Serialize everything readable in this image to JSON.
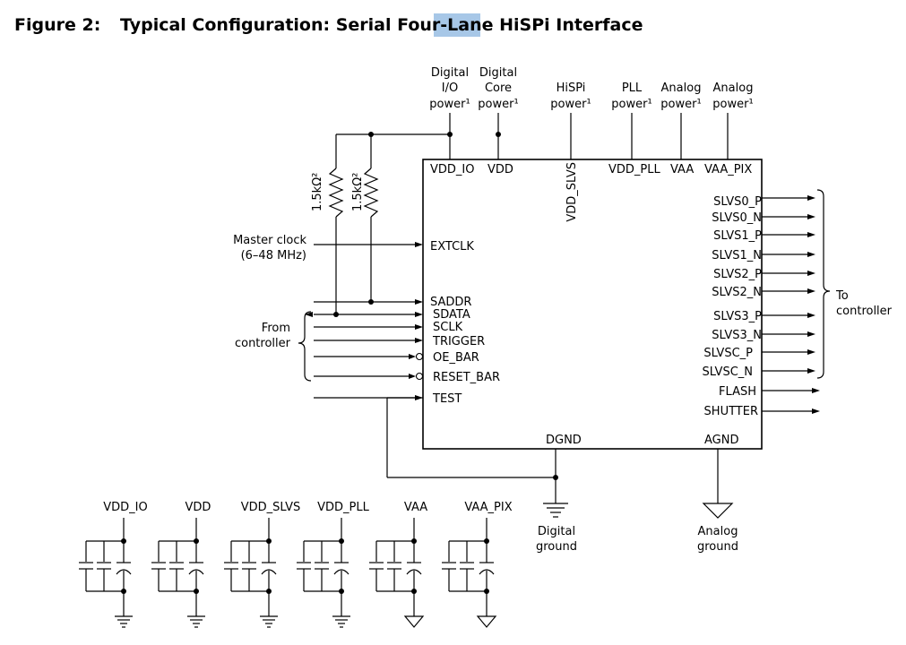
{
  "title": {
    "figure": "Figure 2:",
    "prefix": "Typical Configuration: Serial Four-Lane ",
    "highlight": "HiSPi",
    "suffix": " Interface"
  },
  "power_labels": {
    "dio": [
      "Digital",
      "I/O",
      "power¹"
    ],
    "dcore": [
      "Digital",
      "Core",
      "power¹"
    ],
    "hispi": [
      "HiSPi",
      "power¹"
    ],
    "pll": [
      "PLL",
      "power¹"
    ],
    "analog1": [
      "Analog",
      "power¹"
    ],
    "analog2": [
      "Analog",
      "power¹"
    ]
  },
  "chip_top_pins": {
    "vdd_io": "VDD_IO",
    "vdd": "VDD",
    "vdd_slvs": "VDD_SLVS",
    "vdd_pll": "VDD_PLL",
    "vaa": "VAA",
    "vaa_pix": "VAA_PIX"
  },
  "resistors": [
    "1.5kΩ²",
    "1.5kΩ²"
  ],
  "master_clock": [
    "Master clock",
    "(6–48 MHz)"
  ],
  "from_controller": [
    "From",
    "controller"
  ],
  "left_pins": {
    "extclk": "EXTCLK",
    "saddr": "SADDR",
    "sdata": "SDATA",
    "sclk": "SCLK",
    "trigger": "TRIGGER",
    "oe_bar": "OE_BAR",
    "reset_bar": "RESET_BAR",
    "test": "TEST"
  },
  "right_pins": [
    "SLVS0_P",
    "SLVS0_N",
    "SLVS1_P",
    "SLVS1_N",
    "SLVS2_P",
    "SLVS2_N",
    "SLVS3_P",
    "SLVS3_N",
    "SLVSC_P",
    "SLVSC_N",
    "FLASH",
    "SHUTTER"
  ],
  "to_controller": [
    "To",
    "controller"
  ],
  "bottom_pins": {
    "dgnd": "DGND",
    "agnd": "AGND"
  },
  "grounds": {
    "digital": [
      "Digital",
      "ground"
    ],
    "analog": [
      "Analog",
      "ground"
    ]
  },
  "decoupling_labels": [
    "VDD_IO",
    "VDD",
    "VDD_SLVS",
    "VDD_PLL",
    "VAA",
    "VAA_PIX"
  ]
}
